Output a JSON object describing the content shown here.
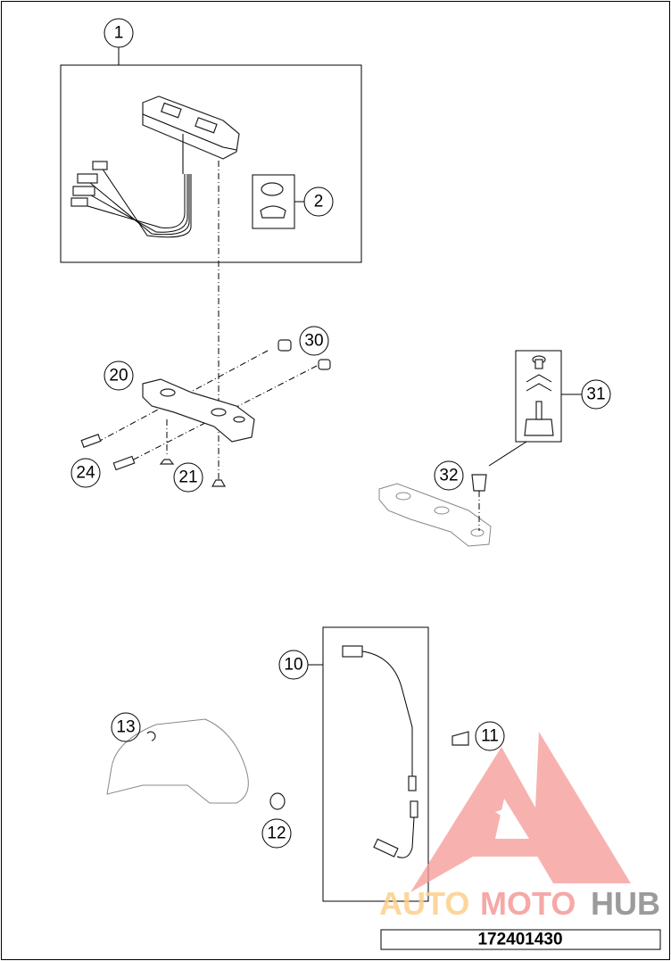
{
  "diagram": {
    "part_number": "172401430",
    "callouts": [
      "1",
      "2",
      "30",
      "20",
      "31",
      "24",
      "21",
      "32",
      "10",
      "13",
      "11",
      "12"
    ]
  },
  "watermark": {
    "text_auto": "AUTO",
    "text_moto": "MOTO",
    "text_hub": "HUB",
    "colors": {
      "auto": "#fdd08a",
      "moto": "#f59a98",
      "hub": "#8a8a8a",
      "triangle": "#f59a98"
    }
  }
}
